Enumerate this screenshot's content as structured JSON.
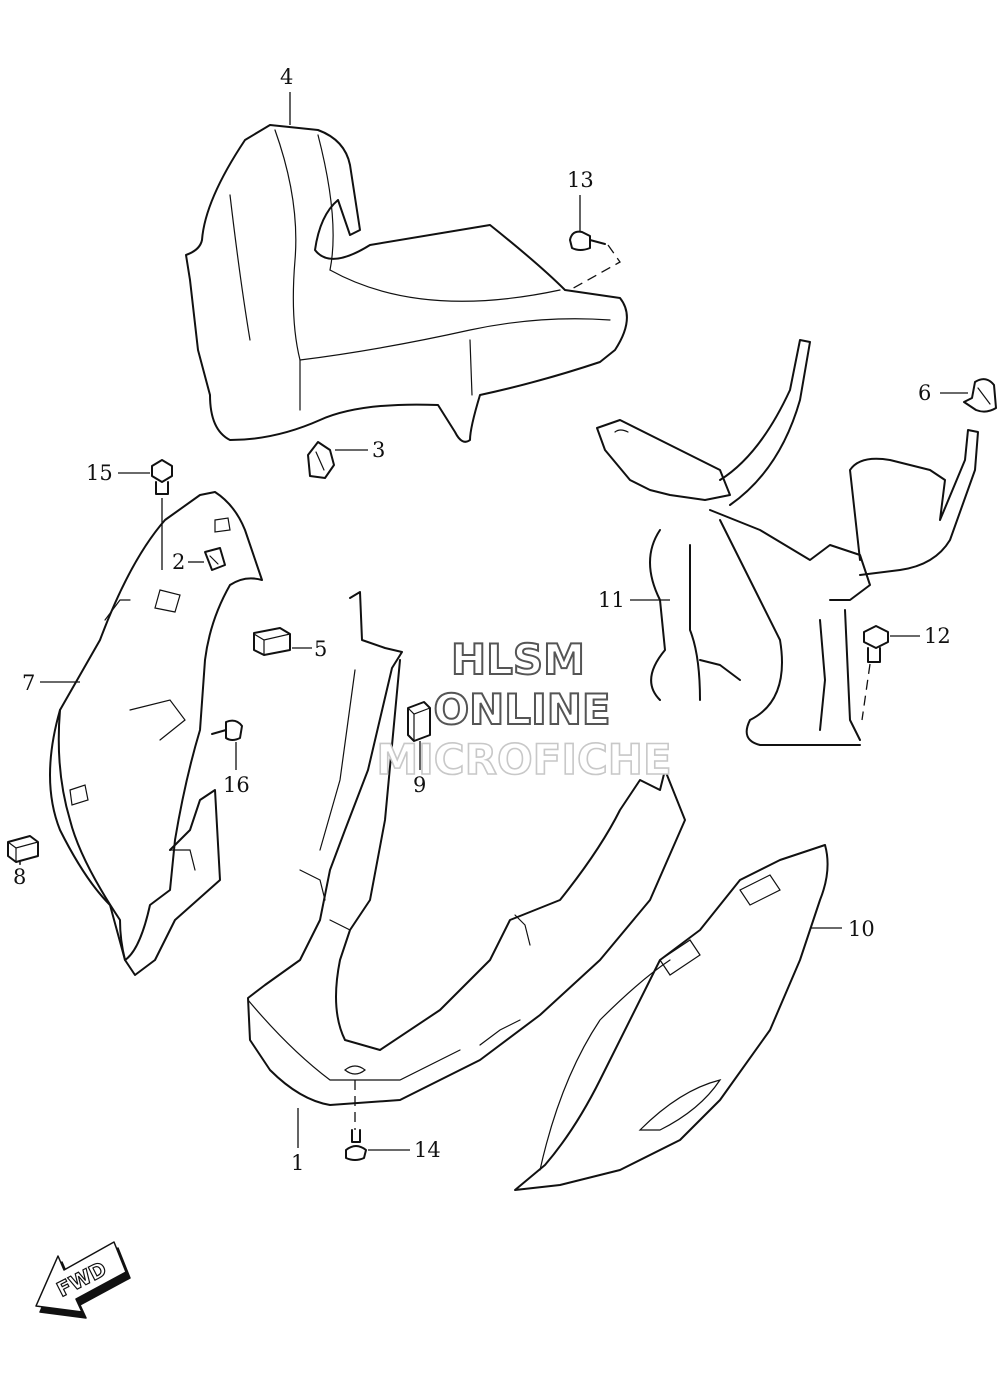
{
  "callouts": {
    "c1": "1",
    "c2": "2",
    "c3": "3",
    "c4": "4",
    "c5": "5",
    "c6": "6",
    "c7": "7",
    "c8": "8",
    "c9": "9",
    "c10": "10",
    "c11": "11",
    "c12": "12",
    "c13": "13",
    "c14": "14",
    "c15": "15",
    "c16": "16"
  },
  "watermark": {
    "line1": "HLSM",
    "line2": "ONLINE",
    "line3": "MICROFICHE"
  },
  "direction_arrow": {
    "label": "FWD"
  }
}
